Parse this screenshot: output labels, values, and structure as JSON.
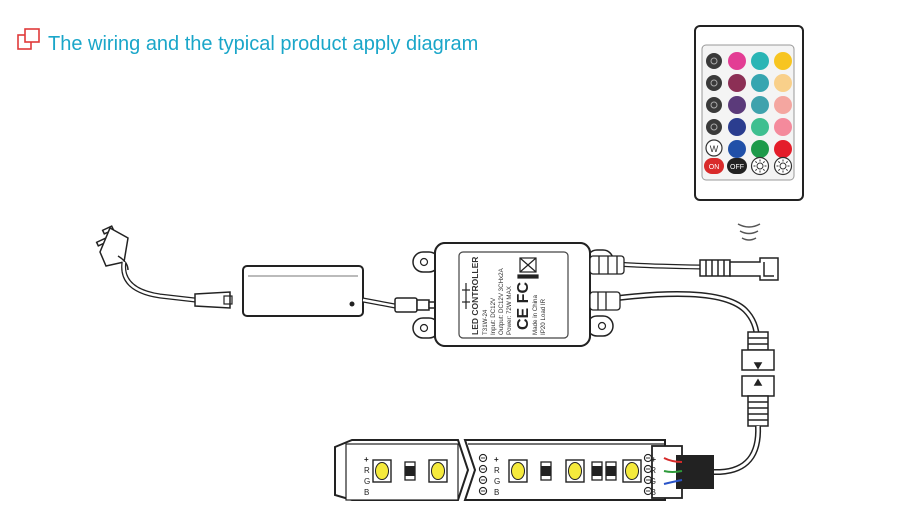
{
  "title": "The wiring and the typical product apply diagram",
  "colors": {
    "title": "#1aa6c9",
    "title_icon": "#e03a3a",
    "line": "#222222",
    "led_yellow": "#f5ea3c",
    "wire_red": "#d62a2a",
    "wire_green": "#2e9a3a",
    "wire_blue": "#2a54c8"
  },
  "remote": {
    "color_buttons": [
      [
        "#e33d94",
        "#2ab5b5",
        "#f7c521"
      ],
      [
        "#8c2f55",
        "#36a5b0",
        "#f9d08a"
      ],
      [
        "#5b3a7a",
        "#3fa2ad",
        "#f4a6a0"
      ],
      [
        "#2b3d8f",
        "#3fbf90",
        "#f48a9c"
      ],
      [
        "#2050a8",
        "#1d9a4a",
        "#e41d2a"
      ]
    ],
    "white_button_label": "W",
    "on_label": "ON",
    "off_label": "OFF"
  },
  "controller": {
    "label_lines": [
      "LED CONTROLLER",
      "T31W-24",
      "Input: DC12V",
      "Output: DC12V 3CHx2A",
      "Power: 72W MAX",
      "Made in China",
      "IP20   Load   IR"
    ],
    "marks": "CE FC"
  },
  "strip": {
    "pins": [
      "+",
      "R",
      "G",
      "B"
    ]
  }
}
